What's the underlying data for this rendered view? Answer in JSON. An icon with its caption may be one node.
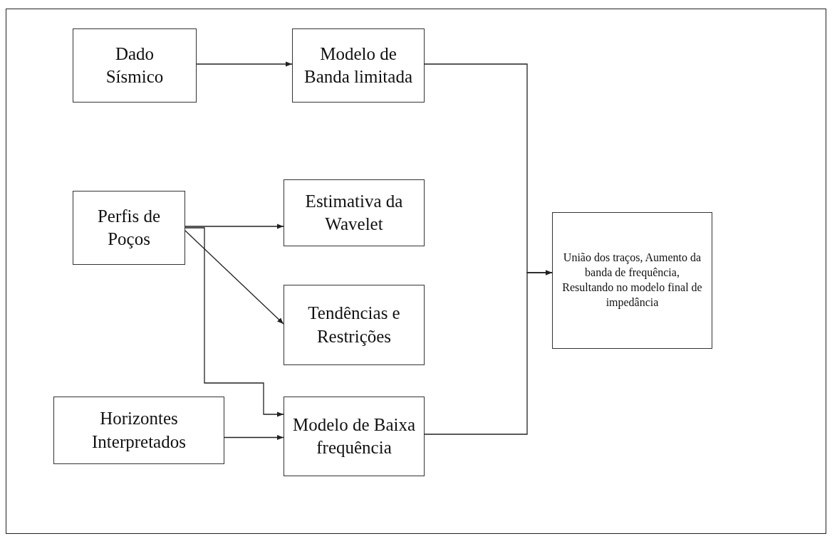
{
  "diagram": {
    "nodes": [
      {
        "text": [
          "Dado Sísmico"
        ]
      },
      {
        "text": [
          "Modelo de Banda limitada"
        ]
      },
      {
        "text": [
          "Perfis de Poços"
        ]
      },
      {
        "text": [
          "Estimativa da Wavelet"
        ]
      },
      {
        "text": [
          "Tendências e Restrições"
        ]
      },
      {
        "text": [
          "Horizontes Interpretados"
        ]
      },
      {
        "text": [
          "Modelo de Baixa frequência"
        ]
      },
      {
        "text": [
          "União dos traços, Aumento da banda de frequência, Resultando no modelo final de impedância"
        ]
      }
    ],
    "edges": [
      {
        "from": 0,
        "to": 1,
        "arrow": "to"
      },
      {
        "from": 2,
        "to": 3,
        "arrow": "to"
      },
      {
        "from": 2,
        "to": 4,
        "arrow": "to"
      },
      {
        "from": 2,
        "to": 6,
        "arrow": "to"
      },
      {
        "from": 5,
        "to": 6,
        "arrow": "to"
      },
      {
        "from": 1,
        "to": 7,
        "arrow": "to"
      },
      {
        "from": 6,
        "to": 7,
        "arrow": "to"
      }
    ]
  }
}
